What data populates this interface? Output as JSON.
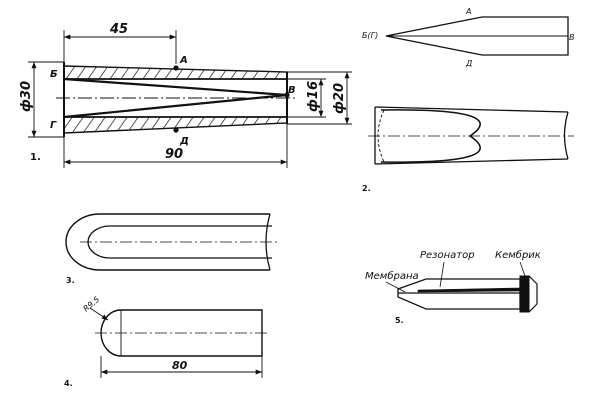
{
  "figures": [
    {
      "number": "1.",
      "dimensions": {
        "length_half": "45",
        "length_total": "90",
        "diam_outer": "ф30",
        "diam_tip": "ф20",
        "diam_inner_tip": "ф16"
      },
      "points": {
        "a": "А",
        "b": "Б",
        "v": "В",
        "g": "Г",
        "d": "Д"
      }
    },
    {
      "number": "2.",
      "points": {
        "a": "А",
        "bg": "Б(Г)",
        "v": "В",
        "d": "Д"
      }
    },
    {
      "number": "3."
    },
    {
      "number": "4.",
      "dimensions": {
        "radius": "R9,5",
        "length": "80"
      }
    },
    {
      "number": "5.",
      "labels": {
        "membrane": "Мембрана",
        "resonator": "Резонатор",
        "cambric": "Кембрик"
      }
    }
  ]
}
